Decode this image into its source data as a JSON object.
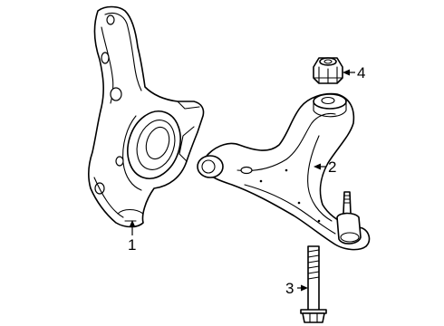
{
  "callouts": {
    "knuckle": "1",
    "control_arm": "2",
    "bolt": "3",
    "nut": "4"
  },
  "colors": {
    "line": "#000000",
    "background": "#ffffff"
  }
}
